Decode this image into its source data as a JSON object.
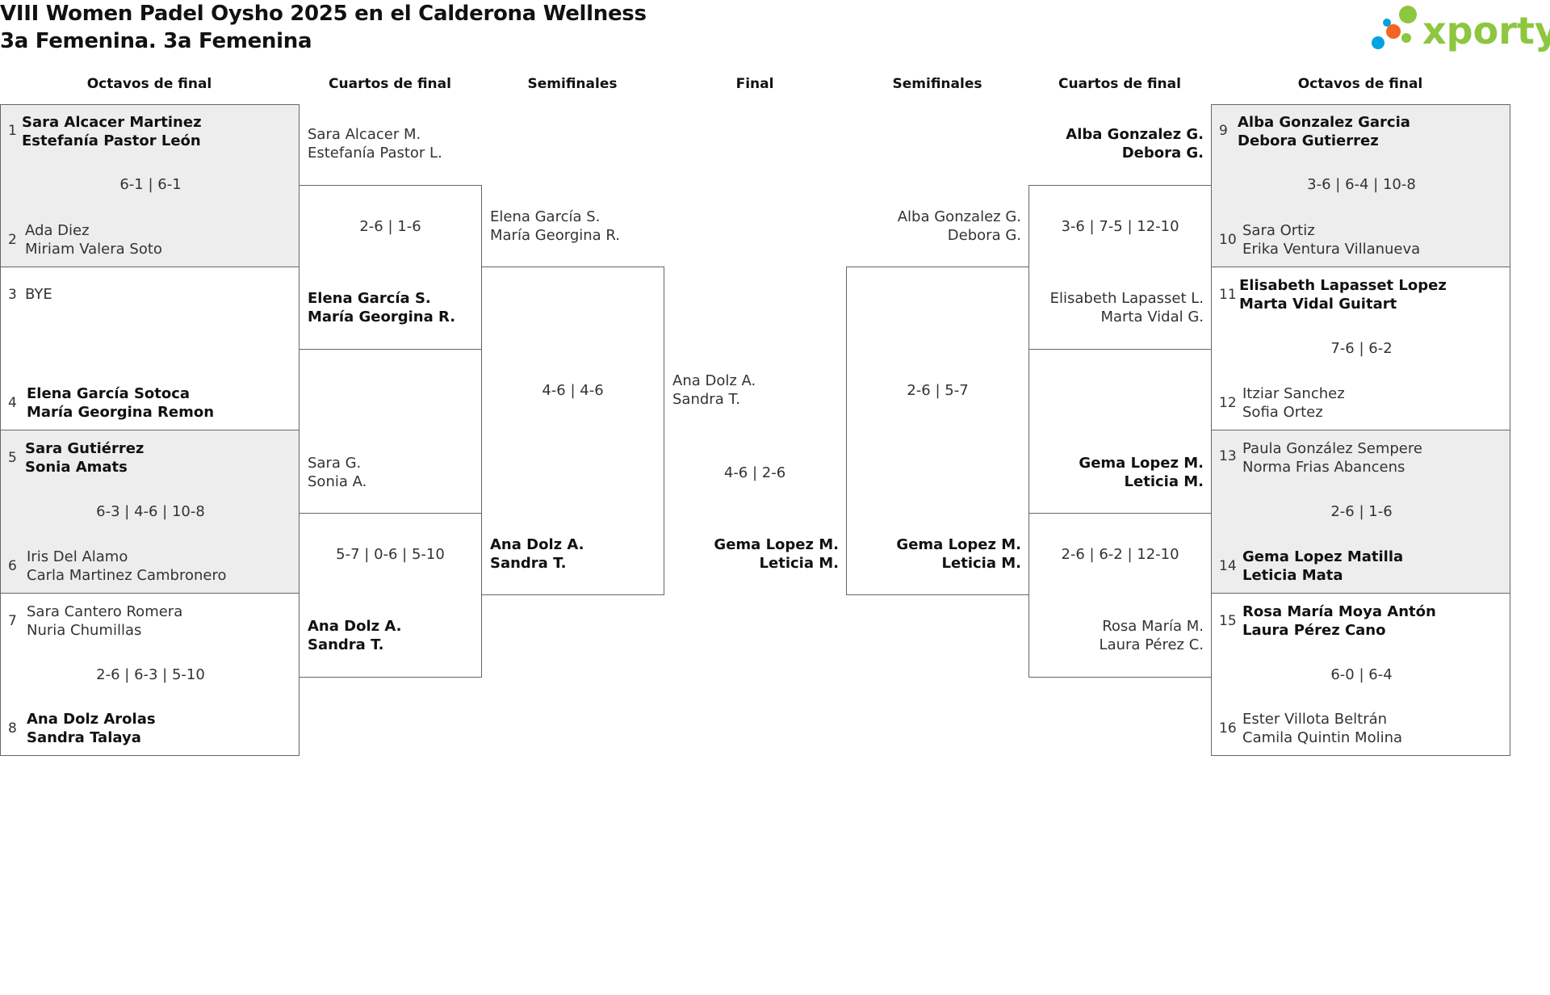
{
  "title": {
    "line1": "VIII Women Padel Oysho 2025 en el Calderona Wellness",
    "line2": "3a Femenina. 3a Femenina"
  },
  "logo": {
    "text": "xporty",
    "colors": [
      "#8dc63f",
      "#f26522",
      "#00a3e0"
    ]
  },
  "columns": [
    "Octavos de final",
    "Cuartos de final",
    "Semifinales",
    "Final",
    "Semifinales",
    "Cuartos de final",
    "Octavos de final"
  ],
  "left": {
    "r16": [
      {
        "seed_a": "1",
        "a1": "Sara Alcacer Martinez",
        "a2": "Estefanía Pastor León",
        "score": "6-1 | 6-1",
        "seed_b": "2",
        "b1": "Ada Diez",
        "b2": "Miriam Valera Soto"
      },
      {
        "seed_a": "3",
        "a1": "BYE",
        "a2": "",
        "score": "",
        "seed_b": "4",
        "b1": "Elena García Sotoca",
        "b2": "María Georgina Remon"
      },
      {
        "seed_a": "5",
        "a1": "Sara Gutiérrez",
        "a2": "Sonia Amats",
        "score": "6-3 | 4-6 | 10-8",
        "seed_b": "6",
        "b1": "Iris Del Alamo",
        "b2": "Carla Martinez Cambronero"
      },
      {
        "seed_a": "7",
        "a1": "Sara Cantero Romera",
        "a2": "Nuria Chumillas",
        "score": "2-6 | 6-3 | 5-10",
        "seed_b": "8",
        "b1": "Ana Dolz Arolas",
        "b2": "Sandra Talaya"
      }
    ],
    "qf": [
      {
        "a1": "Sara Alcacer M.",
        "a2": "Estefanía Pastor L.",
        "score": "2-6 | 1-6",
        "b1": "Elena García S.",
        "b2": "María Georgina R."
      },
      {
        "a1": "Sara G.",
        "a2": "Sonia A.",
        "score": "5-7 | 0-6 | 5-10",
        "b1": "Ana Dolz A.",
        "b2": "Sandra T."
      }
    ],
    "sf": {
      "a1": "Elena García S.",
      "a2": "María Georgina R.",
      "score": "4-6 | 4-6",
      "b1": "Ana Dolz A.",
      "b2": "Sandra T."
    }
  },
  "final": {
    "a1": "Ana Dolz A.",
    "a2": "Sandra T.",
    "score": "4-6 | 2-6",
    "b1": "Gema Lopez M.",
    "b2": "Leticia M."
  },
  "right": {
    "r16": [
      {
        "seed_a": "9",
        "a1": "Alba Gonzalez Garcia",
        "a2": "Debora Gutierrez",
        "score": "3-6 | 6-4 | 10-8",
        "seed_b": "10",
        "b1": "Sara Ortiz",
        "b2": "Erika Ventura Villanueva"
      },
      {
        "seed_a": "11",
        "a1": "Elisabeth Lapasset Lopez",
        "a2": "Marta Vidal Guitart",
        "score": "7-6 | 6-2",
        "seed_b": "12",
        "b1": "Itziar Sanchez",
        "b2": "Sofia Ortez"
      },
      {
        "seed_a": "13",
        "a1": "Paula González Sempere",
        "a2": "Norma Frias Abancens",
        "score": "2-6 | 1-6",
        "seed_b": "14",
        "b1": "Gema Lopez Matilla",
        "b2": "Leticia Mata"
      },
      {
        "seed_a": "15",
        "a1": "Rosa María Moya Antón",
        "a2": "Laura Pérez Cano",
        "score": "6-0 | 6-4",
        "seed_b": "16",
        "b1": "Ester Villota Beltrán",
        "b2": "Camila Quintin Molina"
      }
    ],
    "qf": [
      {
        "a1": "Alba Gonzalez G.",
        "a2": "Debora G.",
        "score": "3-6 | 7-5 | 12-10",
        "b1": "Elisabeth Lapasset L.",
        "b2": "Marta Vidal G."
      },
      {
        "a1": "Gema Lopez M.",
        "a2": "Leticia M.",
        "score": "2-6 | 6-2 | 12-10",
        "b1": "Rosa María M.",
        "b2": "Laura Pérez C."
      }
    ],
    "sf": {
      "a1": "Alba Gonzalez G.",
      "a2": "Debora G.",
      "score": "2-6 | 5-7",
      "b1": "Gema Lopez M.",
      "b2": "Leticia M."
    }
  }
}
